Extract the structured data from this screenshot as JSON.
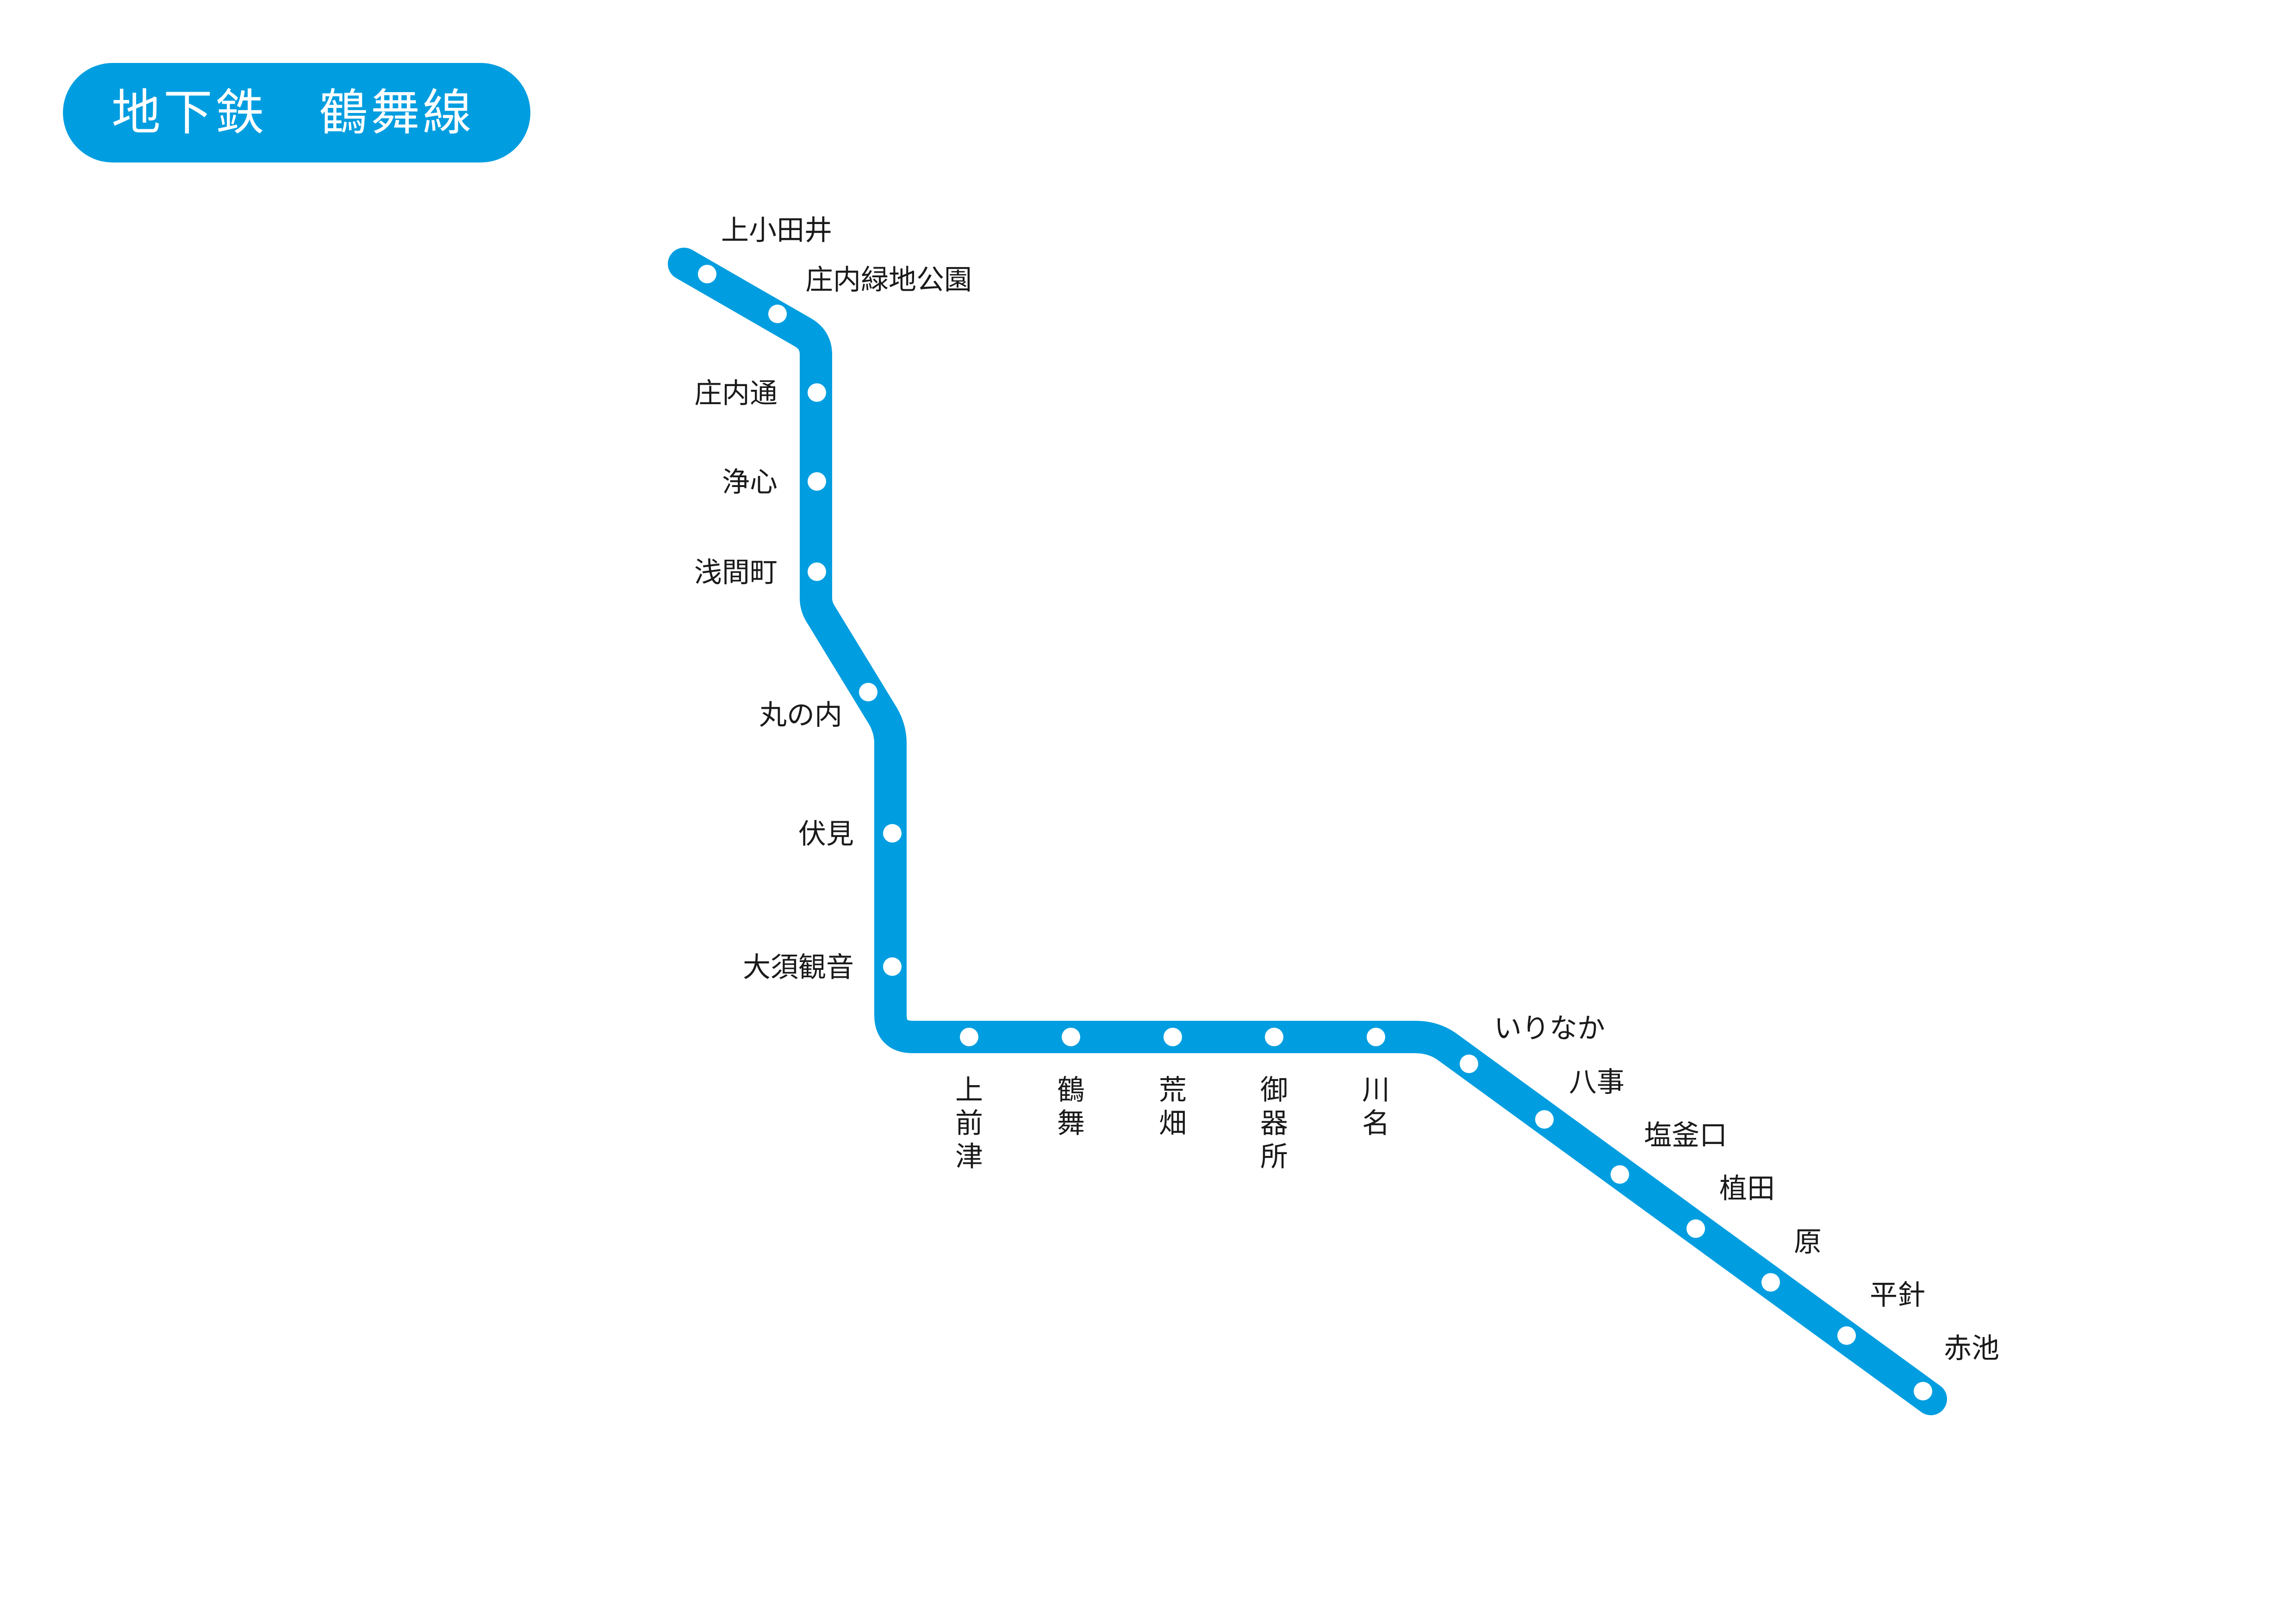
{
  "title": "地下鉄　鶴舞線",
  "line": {
    "color": "#009EE0",
    "stations": [
      "上小田井",
      "庄内緑地公園",
      "庄内通",
      "浄心",
      "浅間町",
      "丸の内",
      "伏見",
      "大須観音",
      "上前津",
      "鶴舞",
      "荒畑",
      "御器所",
      "川名",
      "いりなか",
      "八事",
      "塩釜口",
      "植田",
      "原",
      "平針",
      "赤池"
    ]
  }
}
